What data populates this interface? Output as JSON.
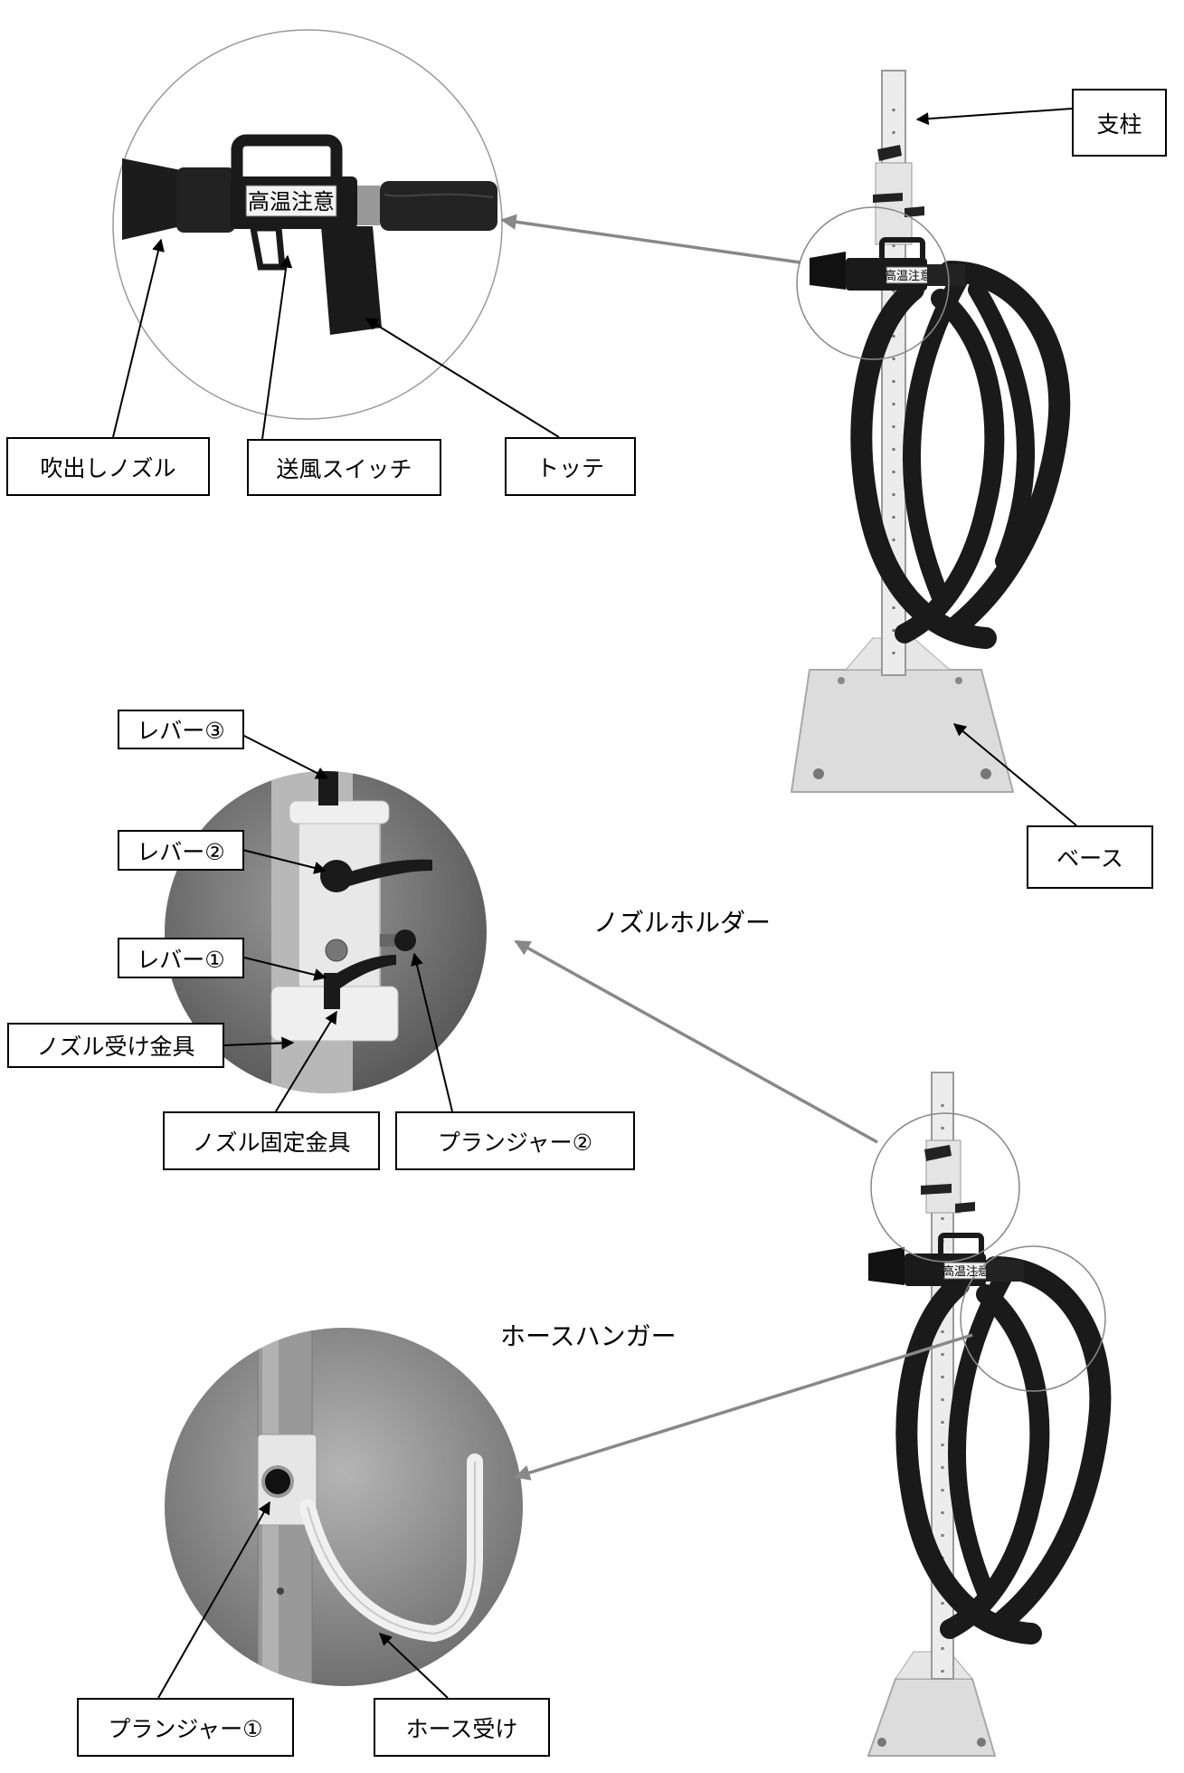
{
  "nozzle_warning": "高温注意",
  "labels": {
    "pillar": "支柱",
    "outlet_nozzle": "吹出しノズル",
    "blower_switch": "送風スイッチ",
    "handle": "トッテ",
    "base": "ベース",
    "lever_3": "レバー③",
    "lever_2": "レバー②",
    "lever_1": "レバー①",
    "nozzle_receiver": "ノズル受け金具",
    "nozzle_fixing": "ノズル固定金具",
    "plunger_2": "プランジャー②",
    "plunger_1": "プランジャー①",
    "hose_receiver": "ホース受け"
  },
  "sections": {
    "nozzle_holder": "ノズルホルダー",
    "hose_hanger": "ホースハンガー"
  },
  "colors": {
    "callout_arrow": "#888888",
    "pointer_arrow": "#000000",
    "photo_dark": "#1a1a1a",
    "photo_bg": "#7a7a7a"
  }
}
